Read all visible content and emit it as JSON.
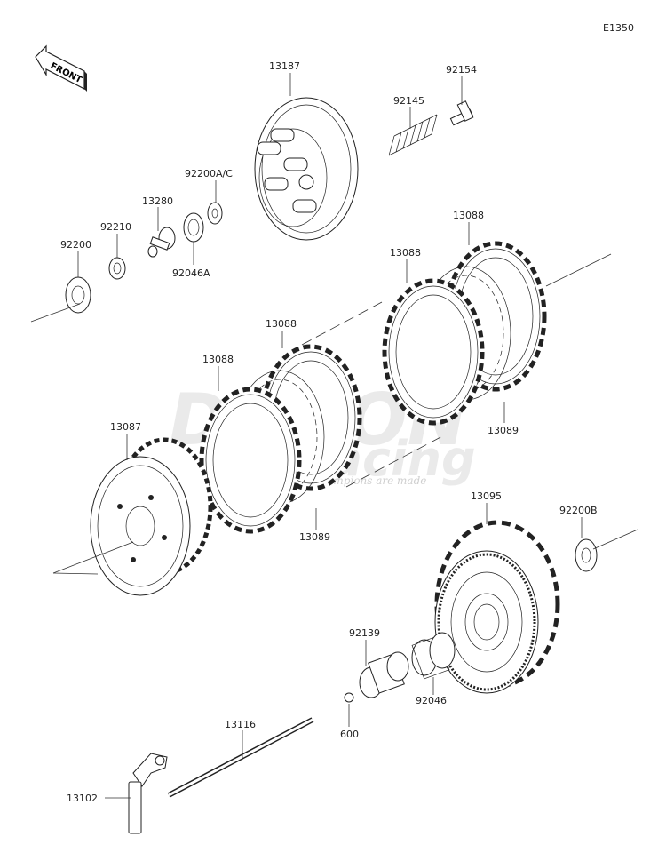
{
  "diagram_code": "E1350",
  "front_badge": "FRONT",
  "watermark": {
    "brand_top": "DEMON",
    "brand_bottom": "Racing",
    "tagline": "Where champions are made"
  },
  "parts": {
    "p13187": "13187",
    "p92154": "92154",
    "p92145": "92145",
    "p92200ac": "92200A/C",
    "p13280": "13280",
    "p92210": "92210",
    "p92200": "92200",
    "p92046a": "92046A",
    "p13088_a": "13088",
    "p13088_b": "13088",
    "p13088_c": "13088",
    "p13088_d": "13088",
    "p13089_a": "13089",
    "p13089_b": "13089",
    "p13087": "13087",
    "p13095": "13095",
    "p92200b": "92200B",
    "p92139": "92139",
    "p92046": "92046",
    "p600": "600",
    "p13116": "13116",
    "p13102": "13102"
  }
}
